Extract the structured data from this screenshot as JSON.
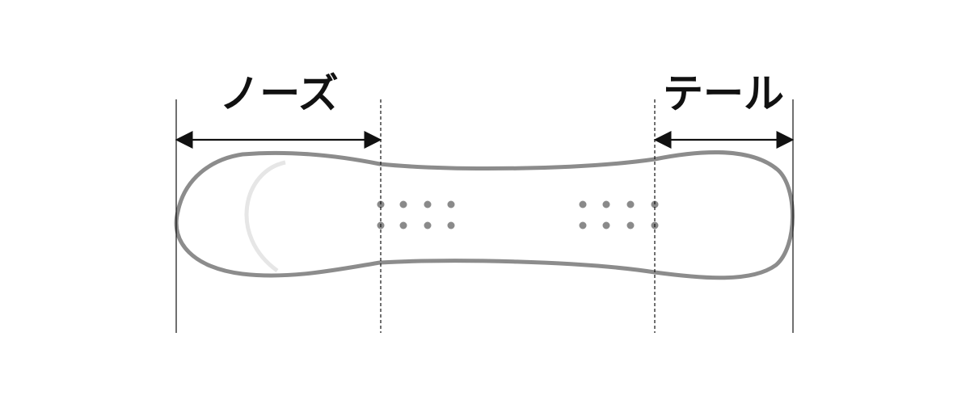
{
  "labels": {
    "nose": "ノーズ",
    "tail": "テール"
  },
  "colors": {
    "board_outline": "#8c8c8c",
    "inner_arc": "#e6e6e6",
    "insert_dots": "#8a8a8a",
    "lines": "#111111",
    "text": "#111111",
    "background": "#ffffff"
  },
  "insert_pattern": {
    "columns_per_group": 4,
    "rows": 2
  }
}
